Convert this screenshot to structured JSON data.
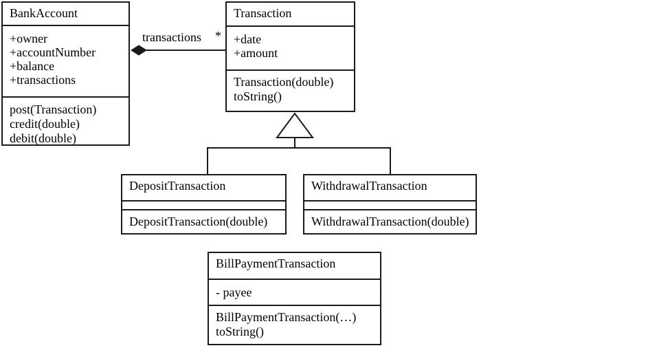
{
  "colors": {
    "line": "#1a1a1a",
    "box_fill": "#ffffff",
    "text": "#000000",
    "background": "#ffffff"
  },
  "classes": {
    "bank_account": {
      "name": "BankAccount",
      "attributes": [
        "+owner",
        "+accountNumber",
        "+balance",
        "+transactions"
      ],
      "methods": [
        "post(Transaction)",
        "credit(double)",
        "debit(double)"
      ]
    },
    "transaction": {
      "name": "Transaction",
      "attributes": [
        "+date",
        "+amount"
      ],
      "methods": [
        "Transaction(double)",
        "toString()"
      ]
    },
    "deposit_transaction": {
      "name": "DepositTransaction",
      "attributes": [],
      "methods": [
        "DepositTransaction(double)"
      ]
    },
    "withdrawal_transaction": {
      "name": "WithdrawalTransaction",
      "attributes": [],
      "methods": [
        "WithdrawalTransaction(double)"
      ]
    },
    "bill_payment_transaction": {
      "name": "BillPaymentTransaction",
      "attributes": [
        "- payee"
      ],
      "methods": [
        "BillPaymentTransaction(…)",
        "toString()"
      ]
    }
  },
  "relationships": {
    "composition": {
      "from": "BankAccount",
      "to": "Transaction",
      "label": "transactions",
      "multiplicity": "*"
    },
    "generalization": {
      "parent": "Transaction",
      "children": [
        "DepositTransaction",
        "WithdrawalTransaction"
      ]
    }
  }
}
